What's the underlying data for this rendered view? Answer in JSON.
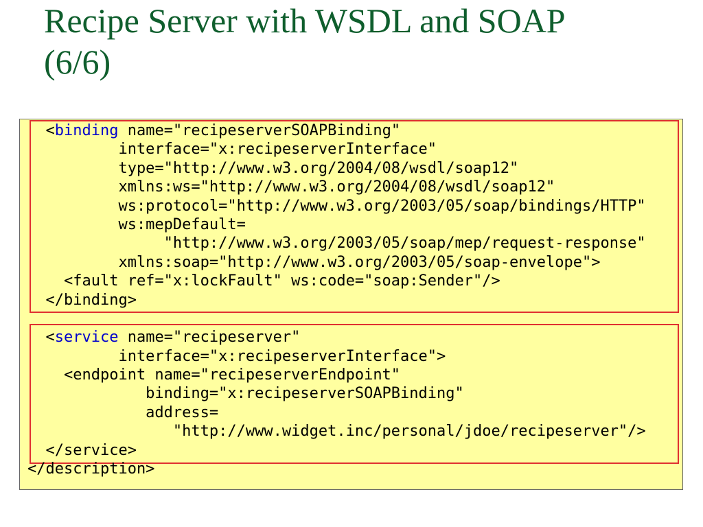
{
  "slide": {
    "title_line1": "Recipe Server with WSDL and SOAP",
    "title_line2": "(6/6)"
  },
  "code": {
    "lines": [
      {
        "prefix": "  <",
        "keyword": "binding",
        "rest": " name=\"recipeserverSOAPBinding\""
      },
      {
        "prefix": "",
        "keyword": "",
        "rest": "          interface=\"x:recipeserverInterface\""
      },
      {
        "prefix": "",
        "keyword": "",
        "rest": "          type=\"http://www.w3.org/2004/08/wsdl/soap12\""
      },
      {
        "prefix": "",
        "keyword": "",
        "rest": "          xmlns:ws=\"http://www.w3.org/2004/08/wsdl/soap12\""
      },
      {
        "prefix": "",
        "keyword": "",
        "rest": "          ws:protocol=\"http://www.w3.org/2003/05/soap/bindings/HTTP\""
      },
      {
        "prefix": "",
        "keyword": "",
        "rest": "          ws:mepDefault="
      },
      {
        "prefix": "",
        "keyword": "",
        "rest": "               \"http://www.w3.org/2003/05/soap/mep/request-response\""
      },
      {
        "prefix": "",
        "keyword": "",
        "rest": "          xmlns:soap=\"http://www.w3.org/2003/05/soap-envelope\">"
      },
      {
        "prefix": "",
        "keyword": "",
        "rest": "    <fault ref=\"x:lockFault\" ws:code=\"soap:Sender\"/>"
      },
      {
        "prefix": "",
        "keyword": "",
        "rest": "  </binding>"
      },
      {
        "prefix": "",
        "keyword": "",
        "rest": ""
      },
      {
        "prefix": "  <",
        "keyword": "service",
        "rest": " name=\"recipeserver\""
      },
      {
        "prefix": "",
        "keyword": "",
        "rest": "          interface=\"x:recipeserverInterface\">"
      },
      {
        "prefix": "",
        "keyword": "",
        "rest": "    <endpoint name=\"recipeserverEndpoint\""
      },
      {
        "prefix": "",
        "keyword": "",
        "rest": "             binding=\"x:recipeserverSOAPBinding\""
      },
      {
        "prefix": "",
        "keyword": "",
        "rest": "             address="
      },
      {
        "prefix": "",
        "keyword": "",
        "rest": "                \"http://www.widget.inc/personal/jdoe/recipeserver\"/>"
      },
      {
        "prefix": "",
        "keyword": "",
        "rest": "  </service>"
      },
      {
        "prefix": "",
        "keyword": "",
        "rest": "</description>"
      }
    ]
  },
  "colors": {
    "title": "#0f5e2d",
    "panel_background": "#ffffa0",
    "highlight_border": "#e03030",
    "keyword": "#0000cc"
  }
}
